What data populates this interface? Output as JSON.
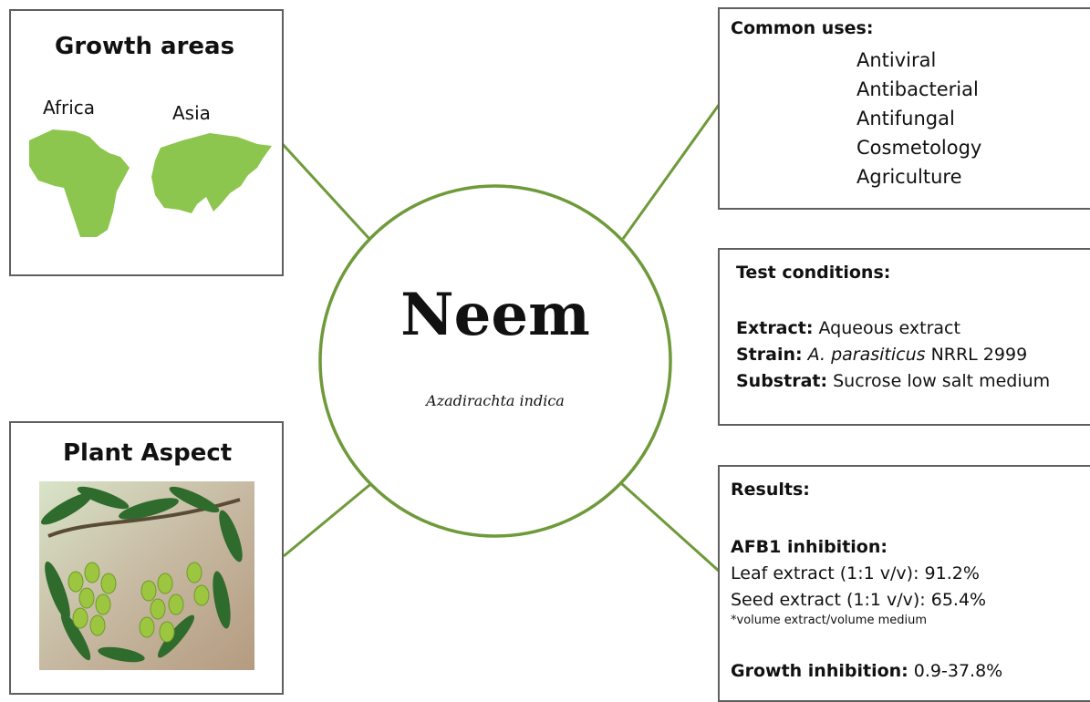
{
  "center": {
    "title": "Neem",
    "scientific_name": "Azadirachta indica"
  },
  "growth_areas": {
    "title": "Growth areas",
    "regions": [
      "Africa",
      "Asia"
    ],
    "map_color": "#8dc64f"
  },
  "plant_aspect": {
    "title": "Plant Aspect",
    "image": "neem-branch-with-fruits"
  },
  "common_uses": {
    "title": "Common uses:",
    "items": [
      "Antiviral",
      "Antibacterial",
      "Antifungal",
      "Cosmetology",
      "Agriculture"
    ]
  },
  "test_conditions": {
    "title": "Test conditions:",
    "extract_label": "Extract:",
    "extract_value": " Aqueous extract",
    "strain_label": "Strain:",
    "strain_species": " A. parasiticus",
    "strain_id": " NRRL 2999",
    "substrate_label": "Substrat:",
    "substrate_value": " Sucrose low salt medium"
  },
  "results": {
    "title": "Results:",
    "afb1_label": "AFB1 inhibition:",
    "leaf": "Leaf extract (1:1 v/v): 91.2%",
    "seed": "Seed extract (1:1 v/v): 65.4%",
    "footnote": "*volume extract/volume medium",
    "growth_label": "Growth inhibition:",
    "growth_value": " 0.9-37.8%"
  },
  "colors": {
    "accent": "#6f9a3a",
    "border": "#5f5f5f"
  }
}
